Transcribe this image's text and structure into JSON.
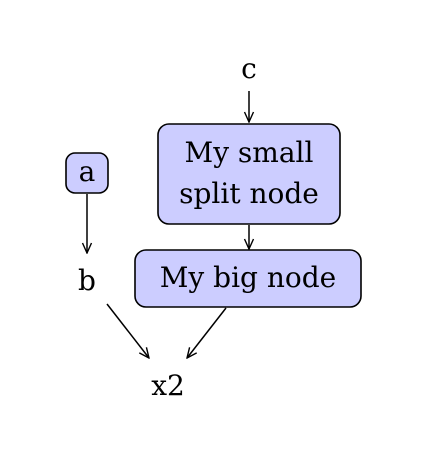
{
  "diagram": {
    "nodes": {
      "a": {
        "label": "a",
        "boxed": true
      },
      "b": {
        "label": "b",
        "boxed": false
      },
      "c": {
        "label": "c",
        "boxed": false
      },
      "small_split": {
        "lines": [
          "My small",
          "split node"
        ],
        "boxed": true
      },
      "big": {
        "label": "My big node",
        "boxed": true
      },
      "x2": {
        "label": "x2",
        "boxed": false
      }
    },
    "edges": [
      {
        "from": "c",
        "to": "small_split"
      },
      {
        "from": "a",
        "to": "b"
      },
      {
        "from": "small_split",
        "to": "big"
      },
      {
        "from": "b",
        "to": "x2"
      },
      {
        "from": "big",
        "to": "x2"
      }
    ],
    "colors": {
      "node_fill": "#cccdff",
      "stroke": "#000000",
      "text": "#000000"
    }
  }
}
